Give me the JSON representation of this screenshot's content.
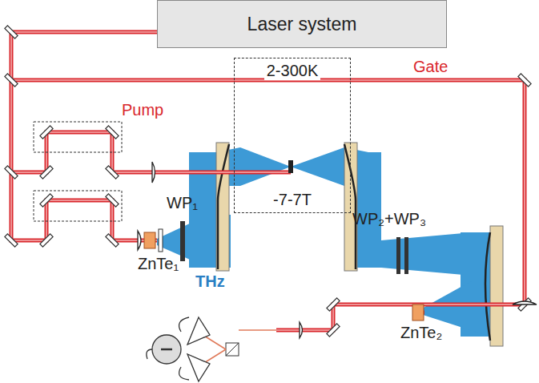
{
  "diagram": {
    "nodes": [
      {
        "text": [
          "Laser system"
        ]
      },
      {
        "text": [
          "2-300K",
          "-7-7T"
        ]
      }
    ],
    "labels": [
      "Gate",
      "Pump",
      "WP₁",
      "THz",
      "ZnTe₁",
      "WP₂+WP₃",
      "ZnTe₂"
    ]
  }
}
